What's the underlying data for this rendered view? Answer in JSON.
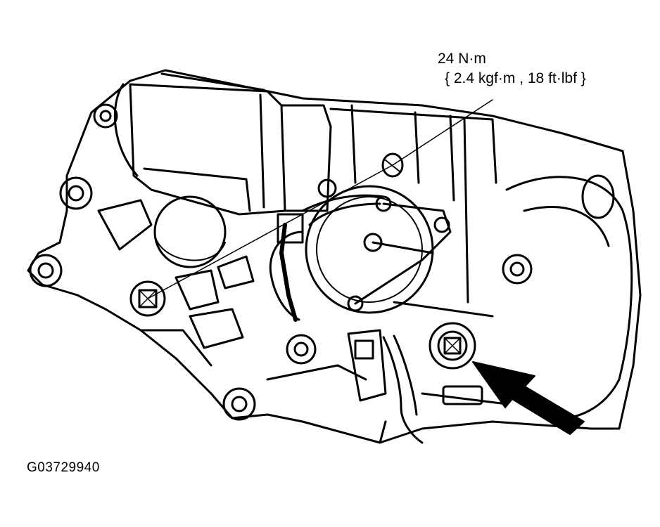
{
  "diagram": {
    "torque_spec": {
      "primary": "24 N·m",
      "conversions": "{ 2.4 kgf·m , 18 ft·lbf }"
    },
    "figure_id": "G03729940"
  },
  "colors": {
    "ink": "#000000",
    "paper": "#ffffff"
  }
}
